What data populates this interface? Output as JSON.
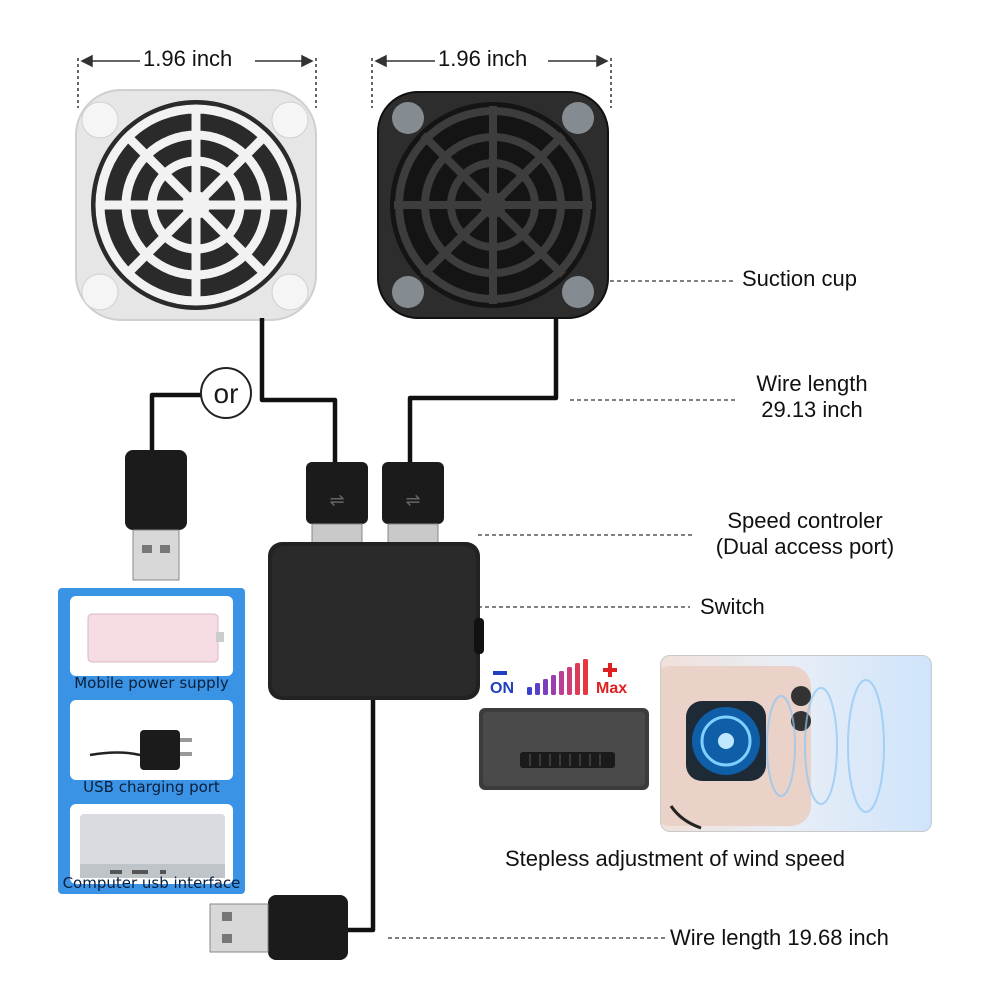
{
  "dimensions": {
    "white_fan_width": "1.96 inch",
    "black_fan_width": "1.96 inch"
  },
  "callouts": {
    "suction_cup": "Suction cup",
    "wire_length_line1": "Wire length",
    "wire_length_line2": "29.13 inch",
    "speed_controller_line1": "Speed controler",
    "speed_controller_line2": "(Dual access port)",
    "switch": "Switch",
    "usb_wire_length": "Wire length 19.68 inch"
  },
  "or_label": "or",
  "power_options": [
    {
      "label": "Mobile power supply",
      "icon": "power-bank-icon"
    },
    {
      "label": "USB charging port",
      "icon": "wall-charger-icon"
    },
    {
      "label": "Computer usb interface",
      "icon": "laptop-usb-icon"
    }
  ],
  "speed_indicator": {
    "on_label": "ON",
    "max_label": "Max",
    "minus": "−",
    "plus": "+",
    "bar_colors": [
      "#3b3fd0",
      "#5a3fc8",
      "#7a3fbd",
      "#9a3fae",
      "#b93e95",
      "#cf3c78",
      "#de3a5a",
      "#e8383f"
    ]
  },
  "wind_caption": "Stepless adjustment of wind speed",
  "colors": {
    "panel_blue": "#3b93e6",
    "on_blue": "#1f3fbf",
    "max_red": "#e02020"
  }
}
